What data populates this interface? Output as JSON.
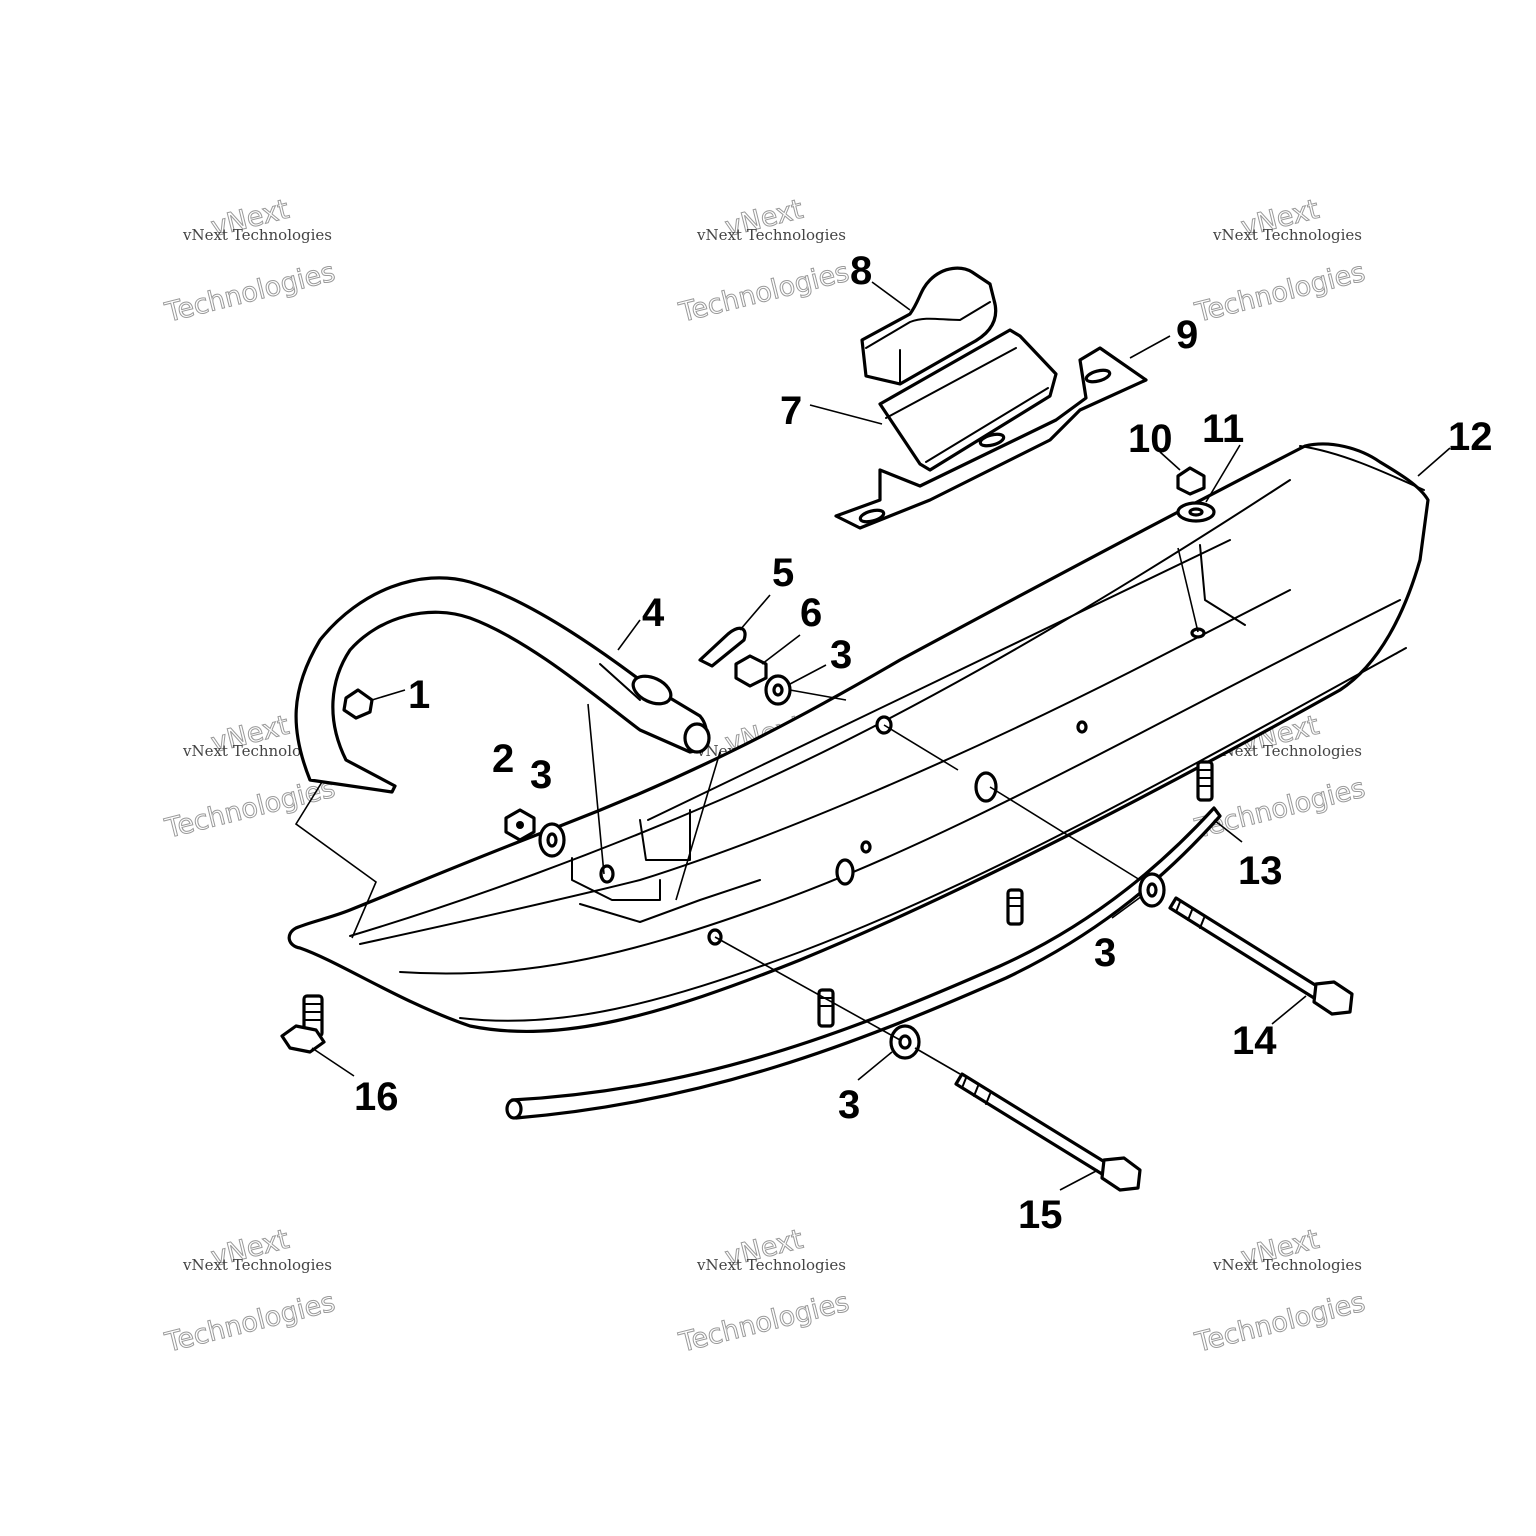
{
  "callouts": [
    {
      "id": "1",
      "label": "1"
    },
    {
      "id": "2",
      "label": "2"
    },
    {
      "id": "3a",
      "label": "3"
    },
    {
      "id": "3b",
      "label": "3"
    },
    {
      "id": "3c",
      "label": "3"
    },
    {
      "id": "3d",
      "label": "3"
    },
    {
      "id": "4",
      "label": "4"
    },
    {
      "id": "5",
      "label": "5"
    },
    {
      "id": "6",
      "label": "6"
    },
    {
      "id": "7",
      "label": "7"
    },
    {
      "id": "8",
      "label": "8"
    },
    {
      "id": "9",
      "label": "9"
    },
    {
      "id": "10",
      "label": "10"
    },
    {
      "id": "11",
      "label": "11"
    },
    {
      "id": "12",
      "label": "12"
    },
    {
      "id": "13",
      "label": "13"
    },
    {
      "id": "14",
      "label": "14"
    },
    {
      "id": "15",
      "label": "15"
    },
    {
      "id": "16",
      "label": "16"
    }
  ],
  "watermark": {
    "line1": "vNext",
    "line2": "vNext Technologies",
    "line3": "Technologies"
  }
}
